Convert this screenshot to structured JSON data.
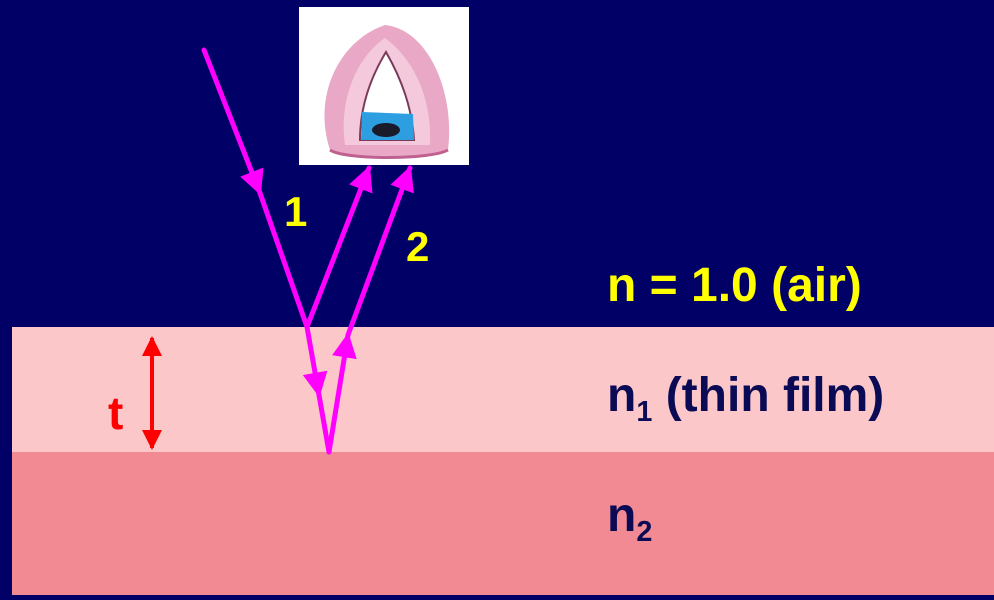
{
  "labels": {
    "ray1": "1",
    "ray2": "2",
    "air_medium": "n = 1.0 (air)",
    "film_symbol": "n",
    "film_subscript": "1",
    "film_desc": "(thin film)",
    "substrate_symbol": "n",
    "substrate_subscript": "2",
    "thickness": "t"
  },
  "colors": {
    "background": "#000066",
    "film_layer": "#fbc7c9",
    "substrate_layer": "#f18a93",
    "rays": "#ff00ff",
    "label_yellow": "#ffff00",
    "label_dark": "#0a0a55",
    "thickness_marker": "#ff0000"
  },
  "icons": {
    "observer": "eye-icon"
  }
}
